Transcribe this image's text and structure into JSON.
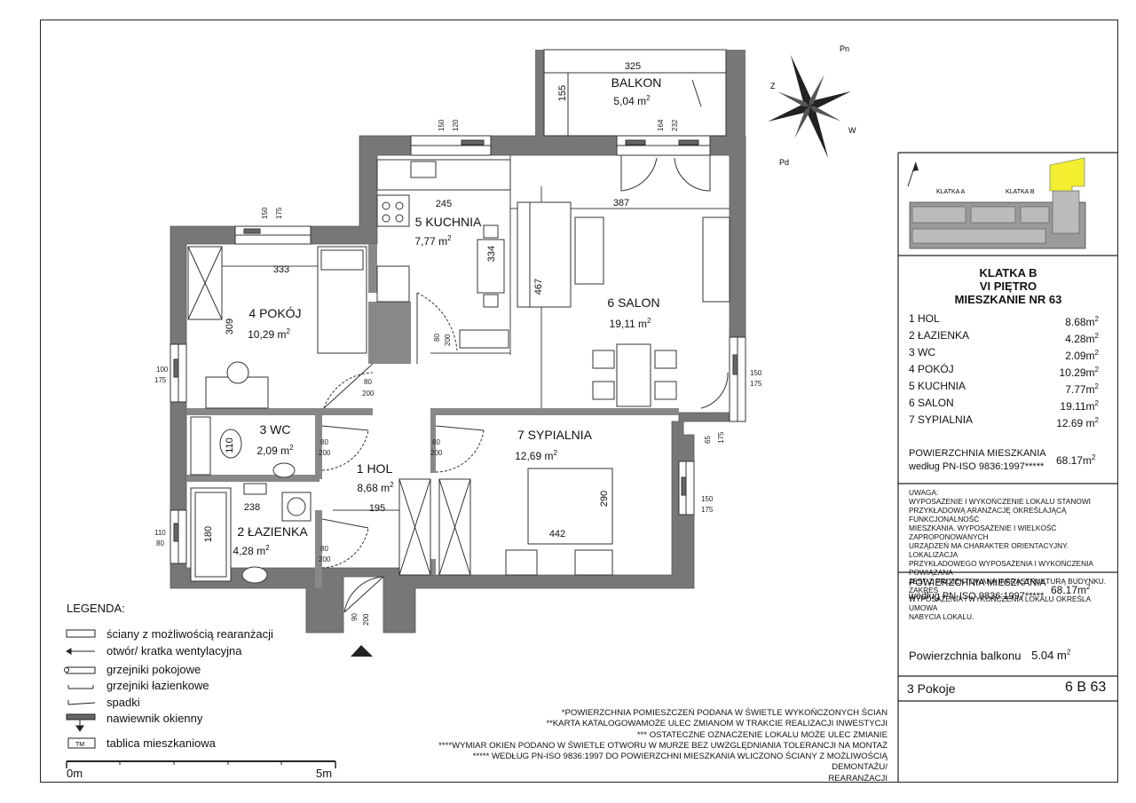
{
  "compass": {
    "pn": "Pn",
    "z": "Z",
    "w": "W",
    "pd": "Pd"
  },
  "rooms": {
    "balkon": {
      "name": "BALKON",
      "area": "5,04 m",
      "d1": "325",
      "d2": "155"
    },
    "kuchnia": {
      "name": "5 KUCHNIA",
      "area": "7,77 m",
      "d1": "245",
      "d2": "334"
    },
    "salon": {
      "name": "6 SALON",
      "area": "19,11 m",
      "d1": "387",
      "d2": "467"
    },
    "pokoj": {
      "name": "4 POKÓJ",
      "area": "10,29 m",
      "d1": "333",
      "d2": "309"
    },
    "wc": {
      "name": "3 WC",
      "area": "2,09 m",
      "d1": "110"
    },
    "hol": {
      "name": "1 HOL",
      "area": "8,68 m",
      "d1": "195"
    },
    "sypialnia": {
      "name": "7 SYPIALNIA",
      "area": "12,69 m",
      "d1": "442",
      "d2": "290"
    },
    "lazienka": {
      "name": "2 ŁAZIENKA",
      "area": "4,28 m",
      "d1": "238",
      "d2": "180"
    }
  },
  "openings": {
    "w_pokoj_top": [
      "150",
      "175"
    ],
    "w_kuchnia_top": [
      "150",
      "120"
    ],
    "w_salon_top": [
      "164",
      "232"
    ],
    "w_pokoj_left": [
      "100",
      "175"
    ],
    "w_lazienka_left": [
      "110",
      "80"
    ],
    "w_salon_right": [
      "150",
      "175"
    ],
    "w_syp_right": [
      "150",
      "175"
    ],
    "w_small_right": [
      "65",
      "175"
    ],
    "d_kuchnia": [
      "80",
      "200"
    ],
    "d_pokoj": [
      "80",
      "200"
    ],
    "d_wc": [
      "80",
      "200"
    ],
    "d_syp": [
      "80",
      "200"
    ],
    "d_laz": [
      "80",
      "200"
    ],
    "d_entry": [
      "90",
      "200"
    ]
  },
  "keyplan": {
    "label_a": "KLATKA A",
    "label_b": "KLATKA B",
    "highlight": "#f3ee2f"
  },
  "info": {
    "title1": "KLATKA B",
    "title2": "VI PIĘTRO",
    "title3": "MIESZKANIE NR 63",
    "rooms": [
      {
        "name": "1 HOL",
        "area": "8.68m"
      },
      {
        "name": "2 ŁAZIENKA",
        "area": "4.28m"
      },
      {
        "name": "3 WC",
        "area": "2.09m"
      },
      {
        "name": "4 POKÓJ",
        "area": "10.29m"
      },
      {
        "name": "5 KUCHNIA",
        "area": "7.77m"
      },
      {
        "name": "6 SALON",
        "area": "19.11m"
      },
      {
        "name": "7 SYPIALNIA",
        "area": "12.69 m"
      }
    ],
    "area_label1": "POWIERZCHNIA MIESZKANIA",
    "area_label2": "według PN-ISO 9836:1997*****",
    "area_value": "68.17m",
    "uwaga_title": "UWAGA:",
    "uwaga_lines": [
      "WYPOSAŻENIE I WYKOŃCZENIE LOKALU STANOWI",
      "PRZYKŁADOWĄ ARANŻACJĘ OKREŚLAJĄCĄ FUNKCJONALNOŚĆ",
      "MIESZKANIA. WYPOSAŻENIE I WIELKOŚĆ ZAPROPONOWANYCH",
      "URZĄDZEŃ MA CHARAKTER ORIENTACYJNY. LOKALIZACJA",
      "PRZYKŁADOWEGO WYPOSAŻENIA I WYKOŃCZENIA POWIĄZANA",
      "JEST Z PROJEKTOWANĄ INFRASTRUKTURĄ BUDYNKU. ZAKRES",
      "WYPOSAŻENIA I WYKOŃCZENIA LOKALU OKREŚLA UMOWA",
      "NABYCIA LOKALU."
    ],
    "area2_label1": "POWIERZCHNIA MIESZKANIA",
    "area2_label2": "według PN-ISO 9836:1997*****",
    "area2_value": "68.17m",
    "balkon_label": "Powierzchnia balkonu",
    "balkon_value": "5.04 m",
    "pokoje": "3 Pokoje",
    "code": "6 B 63"
  },
  "legend": {
    "title": "LEGENDA:",
    "items": [
      "ściany z możliwością rearanżacji",
      "otwór/ kratka wentylacyjna",
      "grzejniki pokojowe",
      "grzejniki łazienkowe",
      "spadki",
      "nawiewnik okienny",
      "tablica mieszkaniowa"
    ],
    "tm": "TM",
    "scale_start": "0m",
    "scale_end": "5m"
  },
  "notes": [
    "*POWIERZCHNIA POMIESZCZEŃ PODANA W ŚWIETLE WYKOŃCZONYCH ŚCIAN",
    "**KARTA KATALOGOWAMOŻE ULEC ZMIANOM W TRAKCIE REALIZACJI INWESTYCJI",
    "*** OSTATECZNE OZNACZENIE LOKALU MOŻE ULEC ZMIANIE",
    "****WYMIAR OKIEN PODANO W ŚWIETLE OTWORU W MURZE BEZ UWZGLĘDNIANIA TOLERANCJI NA MONTAŻ",
    "***** WEDŁUG PN-ISO 9836:1997 DO POWIERZCHNI MIESZKANIA WLICZONO ŚCIANY Z MOŻLIWOŚCIĄ DEMONTAŻU/",
    "REARANŻACJI"
  ]
}
